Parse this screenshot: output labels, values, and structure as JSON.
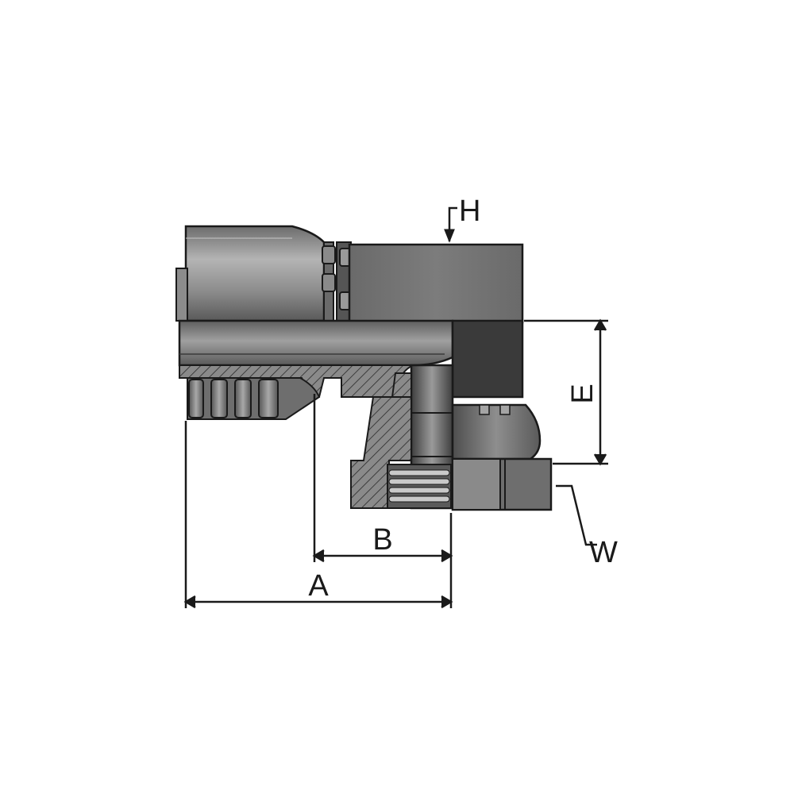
{
  "diagram": {
    "labels": {
      "h": "H",
      "e": "E",
      "w": "W",
      "b": "B",
      "a": "A"
    }
  },
  "colors": {
    "background": "#ffffff",
    "outline": "#1a1a1a",
    "steel_light": "#9a9a9a",
    "steel_mid": "#7a7a7a",
    "steel_dark": "#4a4a4a",
    "steel_darker": "#333333"
  }
}
